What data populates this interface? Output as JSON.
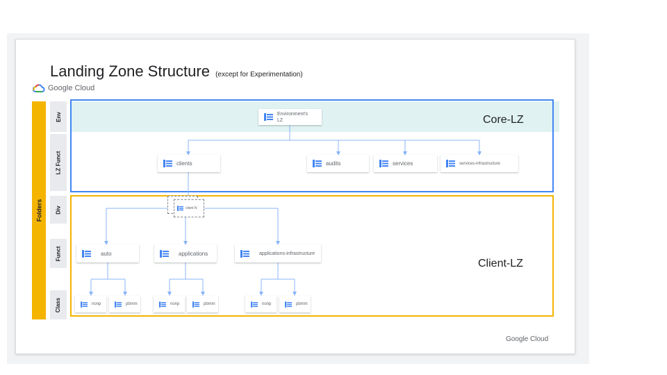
{
  "slide": {
    "title": "Landing Zone Structure",
    "subtitle": "(except for Experimentation)",
    "brand": "Google Cloud",
    "footer_brand": "Google Cloud"
  },
  "rows": {
    "folders": "Folders",
    "env": "Env",
    "lz_funct": "LZ Funct",
    "div": "Div",
    "funct": "Funct",
    "class": "Class"
  },
  "zones": {
    "core": "Core-LZ",
    "client": "Client-LZ"
  },
  "nodes": {
    "environment": [
      "Environment's",
      "LZ"
    ],
    "clients": "clients",
    "audits": "audits",
    "services": "services",
    "services_infrastructure": "services-infrastructure",
    "client_n": "client N",
    "auto": "auto",
    "applications": "applications",
    "applications_infrastructure": "applications-infrastructure",
    "class_nonp": "nonp",
    "class_pbmm": "pbmm"
  },
  "colors": {
    "core_border": "#4285f4",
    "client_border": "#f4b400",
    "folders_bar": "#f4b400",
    "env_band": "#e0f2f1",
    "connector": "#8ab4f8",
    "folder_icon": "#4285f4"
  },
  "icons": {
    "folder_node": "folder-stack-icon",
    "brand": "google-cloud-logo-icon"
  }
}
